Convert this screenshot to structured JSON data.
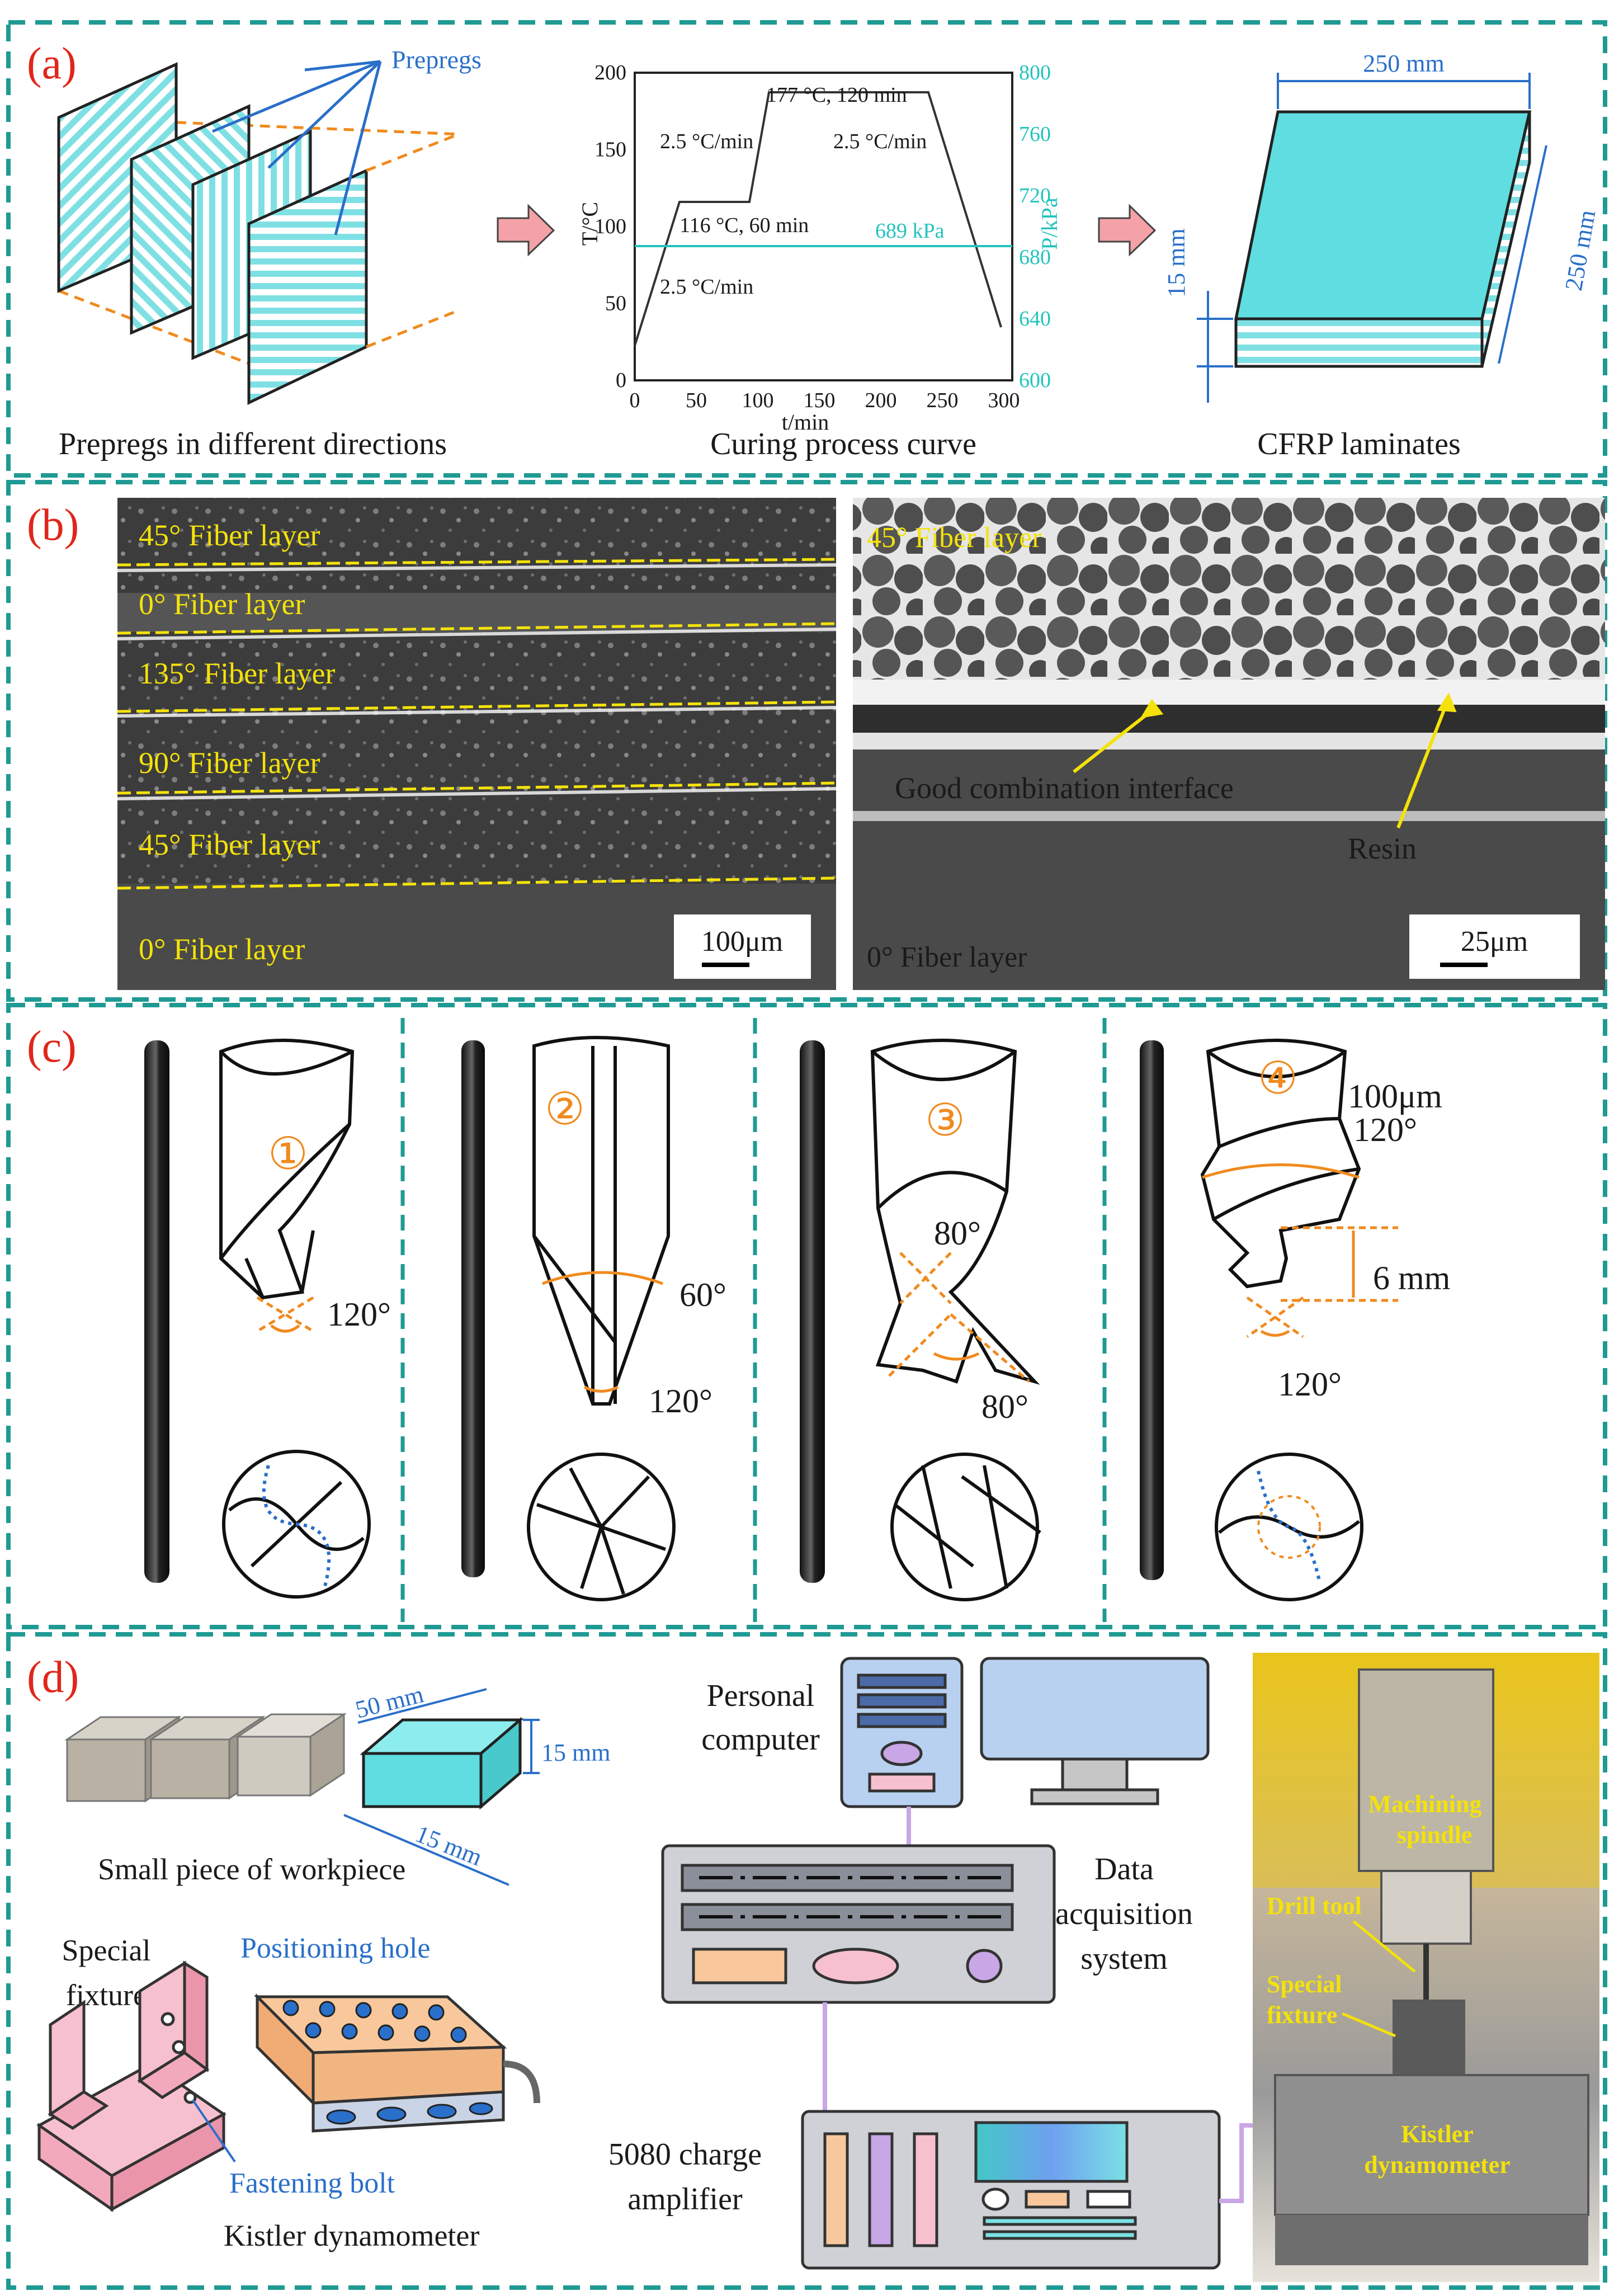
{
  "panels": {
    "a": {
      "label": "(a)",
      "prepregs_label": "Prepregs",
      "caption_prepregs": "Prepregs in different directions",
      "curve": {
        "caption": "Curing process curve",
        "y_left_title": "T/°C",
        "y_right_title": "P/kPa",
        "x_title": "t/min",
        "x_ticks": [
          "0",
          "50",
          "100",
          "150",
          "200",
          "250",
          "300"
        ],
        "y_left_ticks": [
          "0",
          "50",
          "100",
          "150",
          "200"
        ],
        "y_right_ticks": [
          "600",
          "640",
          "680",
          "720",
          "760",
          "800"
        ],
        "ann_hold2": "177 °C, 120 min",
        "ann_rate_up2": "2.5 °C/min",
        "ann_rate_down": "2.5 °C/min",
        "ann_hold1": "116 °C, 60 min",
        "ann_rate_up1": "2.5 °C/min",
        "ann_pressure": "689 kPa"
      },
      "laminate": {
        "caption": "CFRP laminates",
        "width_label": "250 mm",
        "depth_label": "250 mm",
        "thickness_label": "15 mm"
      }
    },
    "b": {
      "label": "(b)",
      "left_layers": [
        "45° Fiber layer",
        "0° Fiber layer",
        "135° Fiber layer",
        "90° Fiber layer",
        "45° Fiber layer",
        "0° Fiber layer"
      ],
      "left_scale": "100μm",
      "right_top": "45° Fiber layer",
      "right_interface": "Good combination interface",
      "right_resin": "Resin",
      "right_bottom": "0° Fiber layer",
      "right_scale": "25μm"
    },
    "c": {
      "label": "(c)",
      "tools": [
        {
          "num": "①",
          "angles": [
            "120°"
          ]
        },
        {
          "num": "②",
          "angles": [
            "60°",
            "120°"
          ]
        },
        {
          "num": "③",
          "angles": [
            "80°",
            "80°"
          ]
        },
        {
          "num": "④",
          "angles": [
            "100μm",
            "120°",
            "6 mm",
            "120°"
          ]
        }
      ]
    },
    "d": {
      "label": "(d)",
      "workpiece_caption": "Small piece of workpiece",
      "dim_50": "50 mm",
      "dim_15h": "15 mm",
      "dim_15w": "15 mm",
      "special_fixture": [
        "Special",
        "fixture"
      ],
      "positioning_hole": "Positioning hole",
      "fastening_bolt": "Fastening bolt",
      "kistler_caption": "Kistler dynamometer",
      "pc_label": [
        "Personal",
        "computer"
      ],
      "daq_label": [
        "Data",
        "acquisition",
        "system"
      ],
      "amp_label": [
        "5080 charge",
        "amplifier"
      ],
      "photo_labels": {
        "spindle": [
          "Machining",
          "spindle"
        ],
        "drill": "Drill tool",
        "fixture": [
          "Special",
          "fixture"
        ],
        "dyn": [
          "Kistler",
          "dynamometer"
        ]
      }
    }
  },
  "colors": {
    "frame_dash": "#1f9a93",
    "cyan": "#5fdde0",
    "orange": "#f08a1e",
    "panel_label": "#e0261b",
    "blue_text": "#2a6fc9",
    "micro_label": "#f4e20a",
    "pink": "#f7c0cf",
    "purple": "#c9a6e6"
  }
}
